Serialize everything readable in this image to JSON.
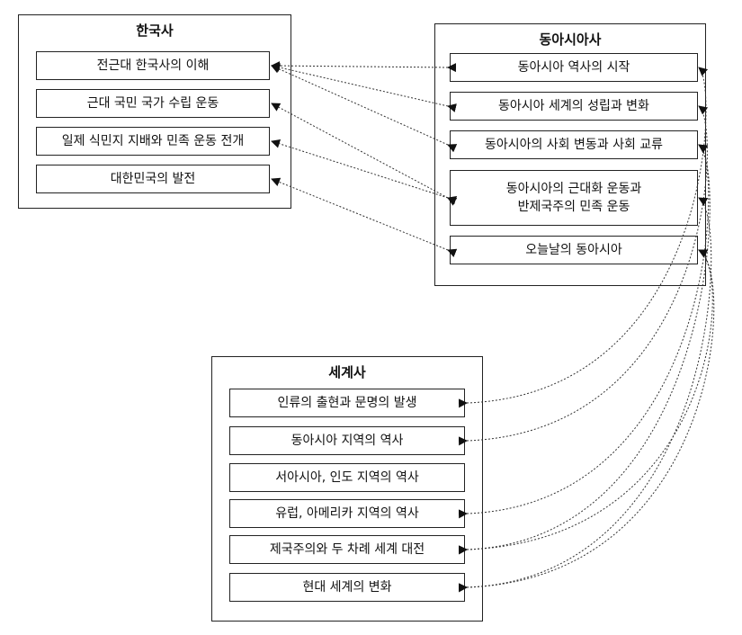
{
  "korean_history": {
    "title": "한국사",
    "items": [
      "전근대 한국사의 이해",
      "근대 국민 국가 수립 운동",
      "일제 식민지 지배와 민족 운동 전개",
      "대한민국의 발전"
    ]
  },
  "east_asian_history": {
    "title": "동아시아사",
    "items": [
      "동아시아 역사의 시작",
      "동아시아 세계의 성립과 변화",
      "동아시아의 사회 변동과 사회 교류",
      {
        "line1": "동아시아의 근대화 운동과",
        "line2": "반제국주의 민족 운동"
      },
      "오늘날의 동아시아"
    ]
  },
  "world_history": {
    "title": "세계사",
    "items": [
      "인류의 출현과 문명의 발생",
      "동아시아 지역의 역사",
      "서아시아, 인도 지역의 역사",
      "유럽, 아메리카 지역의 역사",
      "제국주의와 두 차례 세계 대전",
      "현대 세계의 변화"
    ]
  },
  "connections": {
    "korean_to_east_asian": [
      [
        0,
        0
      ],
      [
        0,
        1
      ],
      [
        0,
        2
      ],
      [
        1,
        3
      ],
      [
        2,
        3
      ],
      [
        3,
        4
      ]
    ],
    "east_asian_to_world": [
      [
        0,
        0
      ],
      [
        1,
        1
      ],
      [
        2,
        3
      ],
      [
        2,
        4
      ],
      [
        3,
        5
      ],
      [
        4,
        4
      ],
      [
        4,
        5
      ]
    ]
  }
}
